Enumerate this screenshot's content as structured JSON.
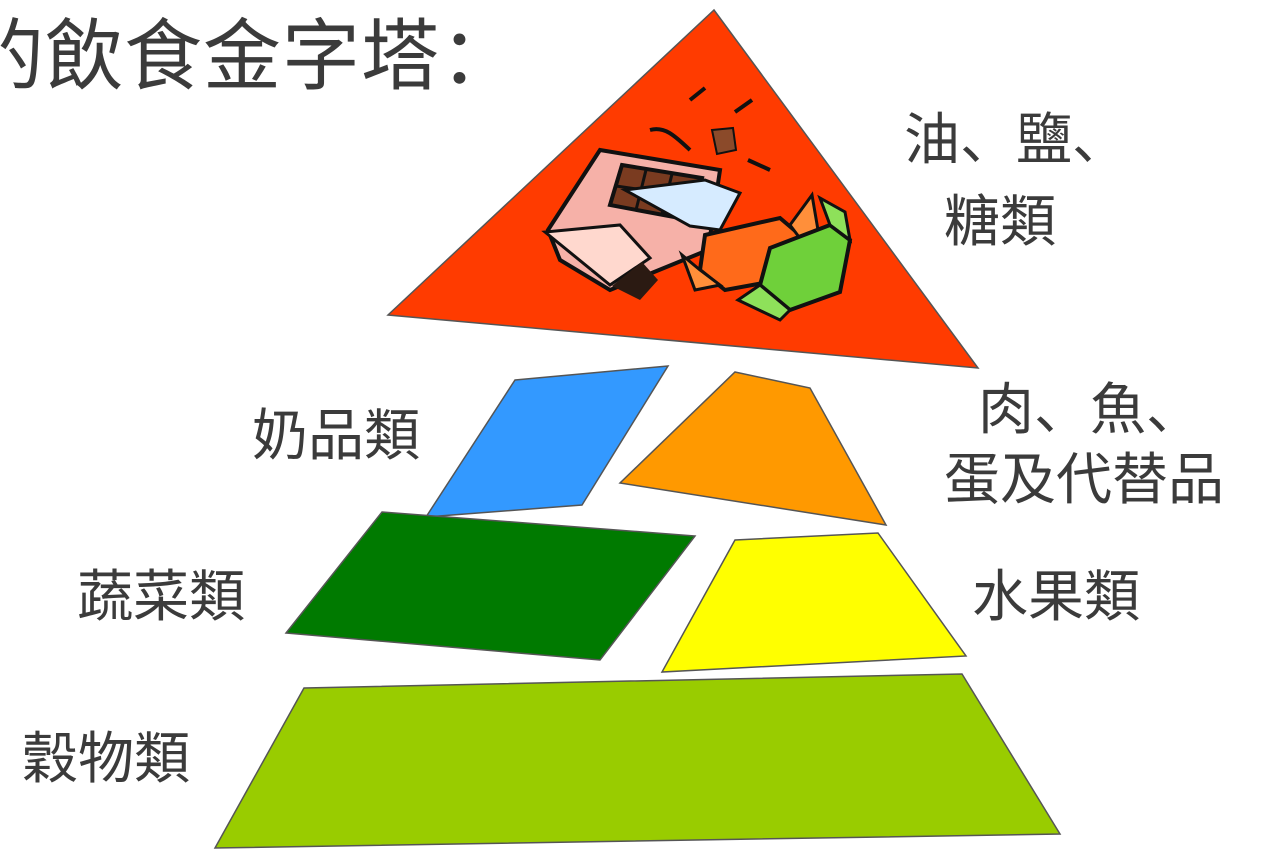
{
  "title": "的飲食金字塔：",
  "tiers": {
    "top": {
      "label_line1": "油、鹽、",
      "label_line2": "糖類",
      "color": "#ff3b00"
    },
    "dairy": {
      "label": "奶品類",
      "color": "#3399ff"
    },
    "meat": {
      "label_line1": "肉、魚、",
      "label_line2": "蛋及代替品",
      "color": "#ff9900"
    },
    "vegetables": {
      "label": "蔬菜類",
      "color": "#007a00"
    },
    "fruit": {
      "label": "水果類",
      "color": "#ffff00"
    },
    "grains": {
      "label": "穀物類",
      "color": "#99cc00"
    }
  },
  "icons": {
    "sweets": "sweets-icon"
  }
}
